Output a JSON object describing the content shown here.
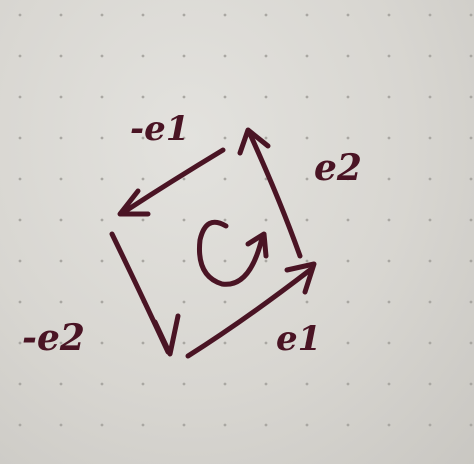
{
  "diagram": {
    "ink_color": "#4a1424",
    "paper_color": "#dcdad5",
    "labels": {
      "e1": "e1",
      "e2": "e2",
      "neg_e1": "-e1",
      "neg_e2": "-e2",
      "center": "C"
    },
    "arrows": [
      {
        "from": "bottom",
        "to": "right",
        "label": "e1"
      },
      {
        "from": "right",
        "to": "top",
        "label": "e2"
      },
      {
        "from": "top",
        "to": "left",
        "label": "-e1"
      },
      {
        "from": "left",
        "to": "bottom",
        "label": "-e2"
      }
    ],
    "rotation_arrow": "counterclockwise"
  }
}
